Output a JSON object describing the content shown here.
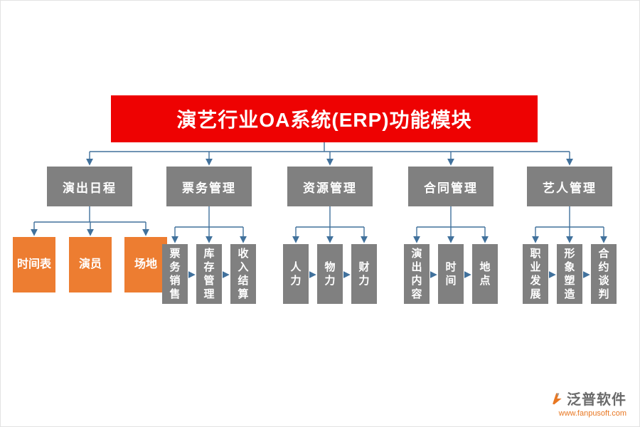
{
  "title": {
    "label": "演艺行业OA系统(ERP)功能模块"
  },
  "branches": [
    {
      "label": "演出日程",
      "children": [
        {
          "label": "时间表"
        },
        {
          "label": "演员"
        },
        {
          "label": "场地"
        }
      ]
    },
    {
      "label": "票务管理",
      "children": [
        {
          "label": "票务销售"
        },
        {
          "label": "库存管理"
        },
        {
          "label": "收入结算"
        }
      ]
    },
    {
      "label": "资源管理",
      "children": [
        {
          "label": "人力"
        },
        {
          "label": "物力"
        },
        {
          "label": "财力"
        }
      ]
    },
    {
      "label": "合同管理",
      "children": [
        {
          "label": "演出内容"
        },
        {
          "label": "时间"
        },
        {
          "label": "地点"
        }
      ]
    },
    {
      "label": "艺人管理",
      "children": [
        {
          "label": "职业发展"
        },
        {
          "label": "形象塑造"
        },
        {
          "label": "合约谈判"
        }
      ]
    }
  ],
  "footer": {
    "brand": "泛普软件",
    "url": "www.fanpusoft.com"
  },
  "colors": {
    "title_bg": "#ee0202",
    "node_gray": "#808080",
    "node_orange": "#ed7d31",
    "connector": "#41719c",
    "url_orange": "#e87722",
    "logo_text": "#6a6a6a"
  }
}
